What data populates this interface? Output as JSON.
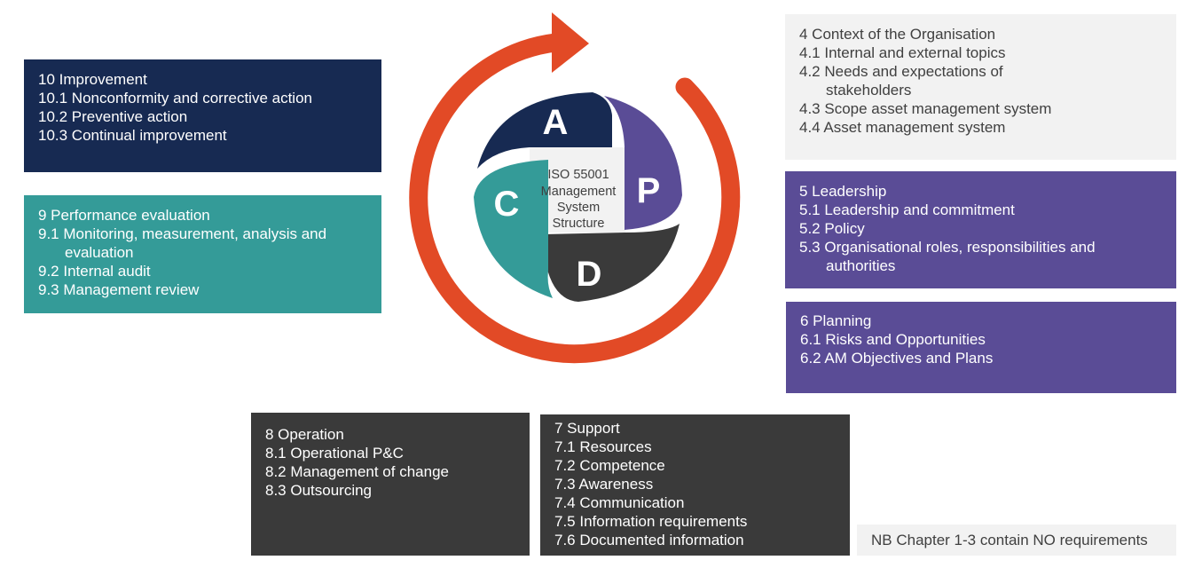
{
  "cycle": {
    "center_lines": [
      "ISO 55001",
      "Management",
      "System",
      "Structure"
    ],
    "letters": {
      "A": "A",
      "P": "P",
      "D": "D",
      "C": "C"
    },
    "colors": {
      "arrow": "#e24a26",
      "act": "#172a52",
      "plan": "#5a4c96",
      "do": "#3a3a3a",
      "check": "#349b98",
      "center": "#f2f2f2"
    }
  },
  "boxes": {
    "context": [
      "4    Context of the Organisation",
      "4.1 Internal and external topics",
      "4.2 Needs and expectations of",
      "stakeholders",
      "4.3 Scope asset management system",
      "4.4 Asset management system"
    ],
    "improvement": [
      "10    Improvement",
      "10.1 Nonconformity and corrective action",
      "10.2 Preventive action",
      "10.3 Continual improvement"
    ],
    "performance": [
      "9   Performance evaluation",
      "9.1 Monitoring, measurement, analysis and",
      "evaluation",
      "9.2 Internal audit",
      "9.3 Management review"
    ],
    "leadership": [
      "5   Leadership",
      "5.1 Leadership and commitment",
      "5.2 Policy",
      "5.3 Organisational roles, responsibilities and",
      "authorities"
    ],
    "planning": [
      "6   Planning",
      "6.1 Risks and Opportunities",
      "6.2 AM Objectives and Plans"
    ],
    "operation": [
      "8   Operation",
      "8.1 Operational P&C",
      "8.2 Management of change",
      "8.3 Outsourcing"
    ],
    "support": [
      "7   Support",
      "7.1 Resources",
      "7.2 Competence",
      "7.3 Awareness",
      "7.4 Communication",
      "7.5 Information requirements",
      "7.6 Documented information"
    ],
    "note": "NB Chapter 1-3 contain NO requirements"
  }
}
